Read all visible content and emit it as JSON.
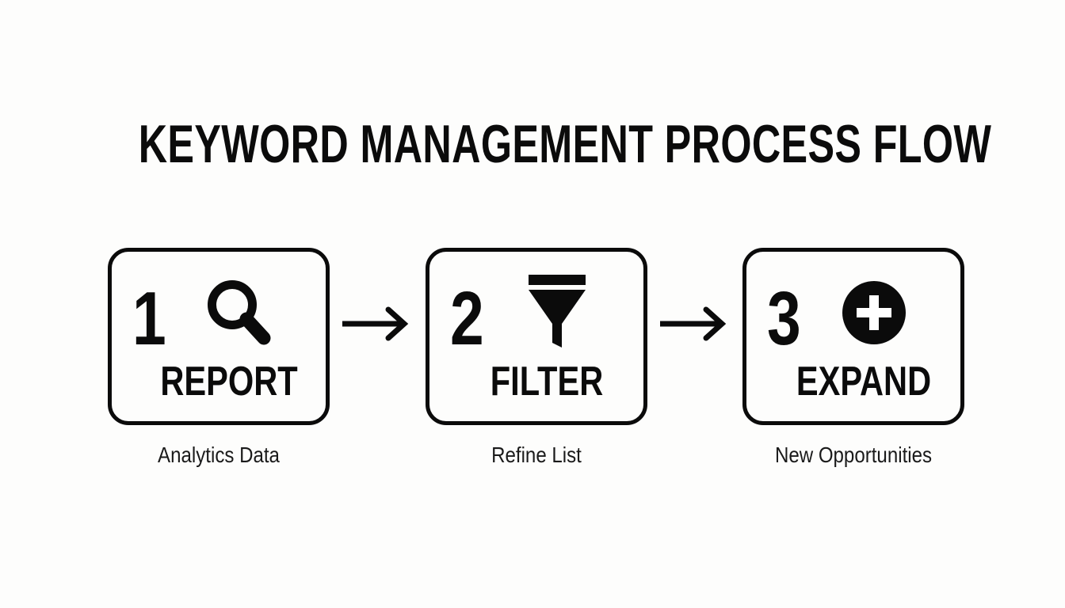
{
  "title": "KEYWORD MANAGEMENT PROCESS FLOW",
  "colors": {
    "background": "#fdfdfc",
    "ink": "#0b0b0b"
  },
  "steps": [
    {
      "number": "1",
      "icon": "search-icon",
      "label": "REPORT",
      "caption": "Analytics Data"
    },
    {
      "number": "2",
      "icon": "funnel-icon",
      "label": "FILTER",
      "caption": "Refine List"
    },
    {
      "number": "3",
      "icon": "plus-circle-icon",
      "label": "EXPAND",
      "caption": "New Opportunities"
    }
  ],
  "connectors": [
    {
      "name": "arrow-right-icon"
    },
    {
      "name": "arrow-right-icon"
    }
  ]
}
